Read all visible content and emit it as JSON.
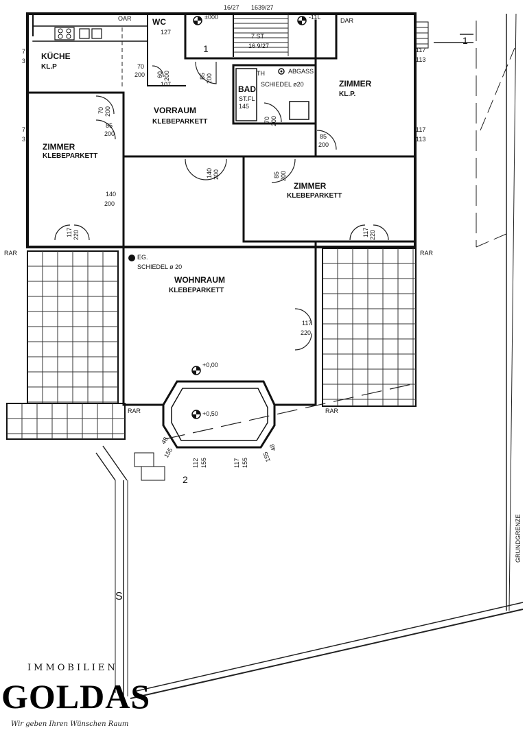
{
  "rooms": {
    "kueche": {
      "name": "KÜCHE",
      "floor": "KL.P"
    },
    "zimmer_left": {
      "name": "ZIMMER",
      "floor": "KLEBEPARKETT"
    },
    "vorraum": {
      "name": "VORRAUM",
      "floor": "KLEBEPARKETT"
    },
    "zimmer_right_top": {
      "name": "ZIMMER",
      "floor": "KL.P."
    },
    "zimmer_mid": {
      "name": "ZIMMER",
      "floor": "KLEBEPARKETT"
    },
    "wohnraum": {
      "name": "WOHNRAUM",
      "floor": "KLEBEPARKETT"
    },
    "bad": {
      "name": "BAD",
      "floor": "ST.FL"
    },
    "wc": {
      "name": "WC"
    }
  },
  "annotations": {
    "abgass": "ABGASS",
    "schiedel_bad": "SCHIEDEL ø20",
    "eg": "EG.",
    "schiedel_eg": "SCHIEDEL ø 20",
    "grundgrenze": "GRUNDGRENZE",
    "s_mark": "S",
    "num_1": "1",
    "num_2": "2",
    "stair_top": "16/27",
    "stair_top2": "1639/27",
    "stair_st": "7 ST",
    "stair_st2": "16 9/27",
    "lvl_top": "±000",
    "lvl_top_right": "-11L",
    "lvl_wohn": "+0,00",
    "lvl_bay": "+0,50",
    "rar_left": "RAR",
    "rar_right": "RAR",
    "rar_bay_left": "RAR",
    "rar_bay_right": "RAR",
    "dar_top": "OAR",
    "dar_top2": "DAR",
    "th": "TH",
    "wc_dim": "127",
    "wc_dim2": "107"
  },
  "dims": {
    "d_85_200_a": [
      "85",
      "200"
    ],
    "d_70_200_a": [
      "70",
      "200"
    ],
    "d_60_200": [
      "60",
      "200"
    ],
    "d_70_200_b": [
      "70",
      "200"
    ],
    "d_85_200_b": [
      "85",
      "200"
    ],
    "d_70_200_bad": [
      "70",
      "200"
    ],
    "d_85_200_c": [
      "85",
      "200"
    ],
    "d_140_200_a": [
      "140",
      "200"
    ],
    "d_85_200_d": [
      "85",
      "200"
    ],
    "d_140_200_b": [
      "140",
      "200"
    ],
    "d_117_220_a": [
      "117",
      "220"
    ],
    "d_117_220_b": [
      "117",
      "220"
    ],
    "d_117_220_c": [
      "117",
      "220"
    ],
    "d_117_113_a": [
      "117",
      "113"
    ],
    "d_117_113_b": [
      "117",
      "113"
    ],
    "d_bad_145": "145",
    "side_7_3_a": [
      "7",
      "3"
    ],
    "side_7_3_b": [
      "7",
      "3"
    ],
    "bay_155_a": "155",
    "bay_112_155": [
      "112",
      "155"
    ],
    "bay_117_155": [
      "117",
      "155"
    ],
    "bay_155_b": "155",
    "bay_48_a": "48",
    "bay_48_b": "48"
  },
  "logo": {
    "top": "IMMOBILIEN",
    "brand": "GOLDAS",
    "tagline": "Wir geben Ihren Wünschen Raum"
  },
  "ruler": {
    "label": "1"
  }
}
